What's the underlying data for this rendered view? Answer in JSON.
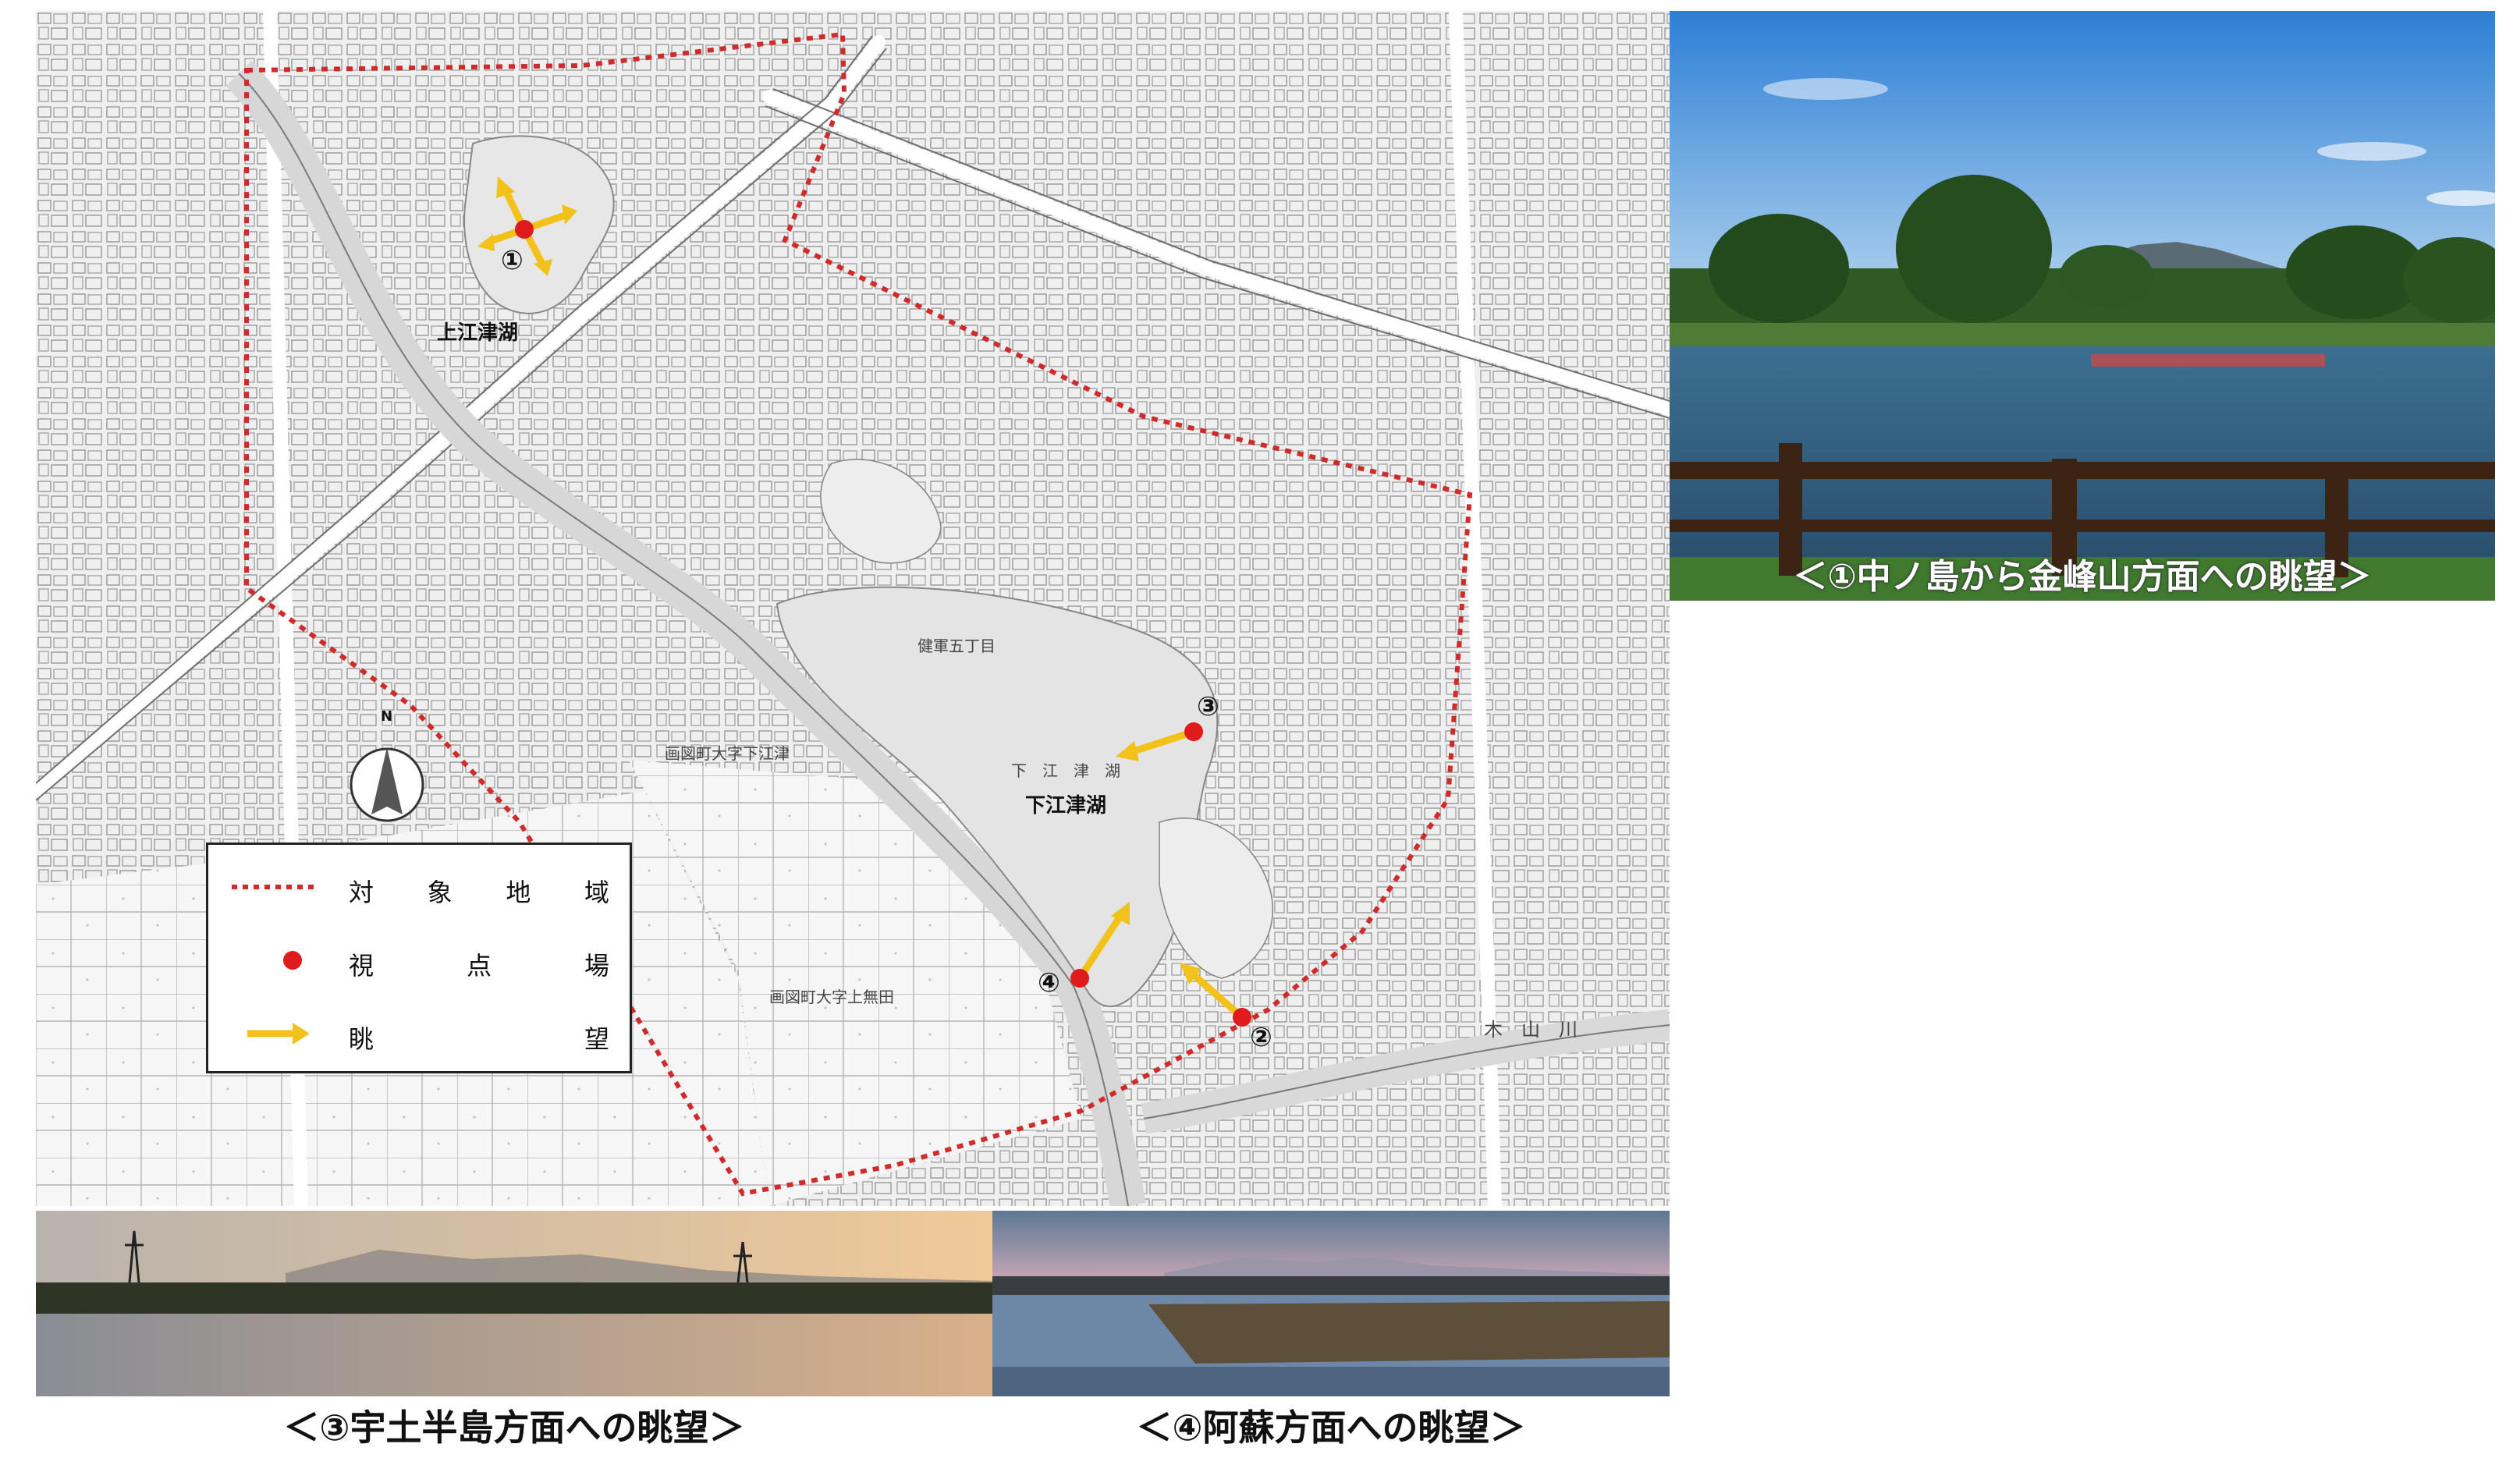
{
  "map": {
    "labels": {
      "upper_lake": "上江津湖",
      "lower_lake": "下江津湖",
      "lower_lake_small": "下　江　津　湖",
      "district_kenkun5": "健軍五丁目",
      "town_shimoezu": "画図町大字下江津",
      "town_kaminashi": "画図町大字上無田",
      "river_kiyama": "木　山　川",
      "compass_n": "N",
      "vp1": "①",
      "vp2": "②",
      "vp3": "③",
      "vp4": "④"
    },
    "legend": {
      "area_chars": [
        "対",
        "象",
        "地",
        "域"
      ],
      "viewpoint_chars": [
        "視",
        "点",
        "場"
      ],
      "view_chars": [
        "眺",
        "望"
      ]
    },
    "colors": {
      "boundary": "#d12a2a",
      "viewpoint": "#e01b1b",
      "arrow": "#f2c21b"
    },
    "icons": [
      "compass-north-arrow-icon",
      "viewpoint-dot-icon",
      "view-direction-arrow-icon"
    ]
  },
  "photos": {
    "photo1": {
      "caption": "＜①中ノ島から金峰山方面への眺望＞"
    },
    "photo3": {
      "caption": "＜③宇土半島方面への眺望＞"
    },
    "photo4": {
      "caption": "＜④阿蘇方面への眺望＞"
    }
  }
}
